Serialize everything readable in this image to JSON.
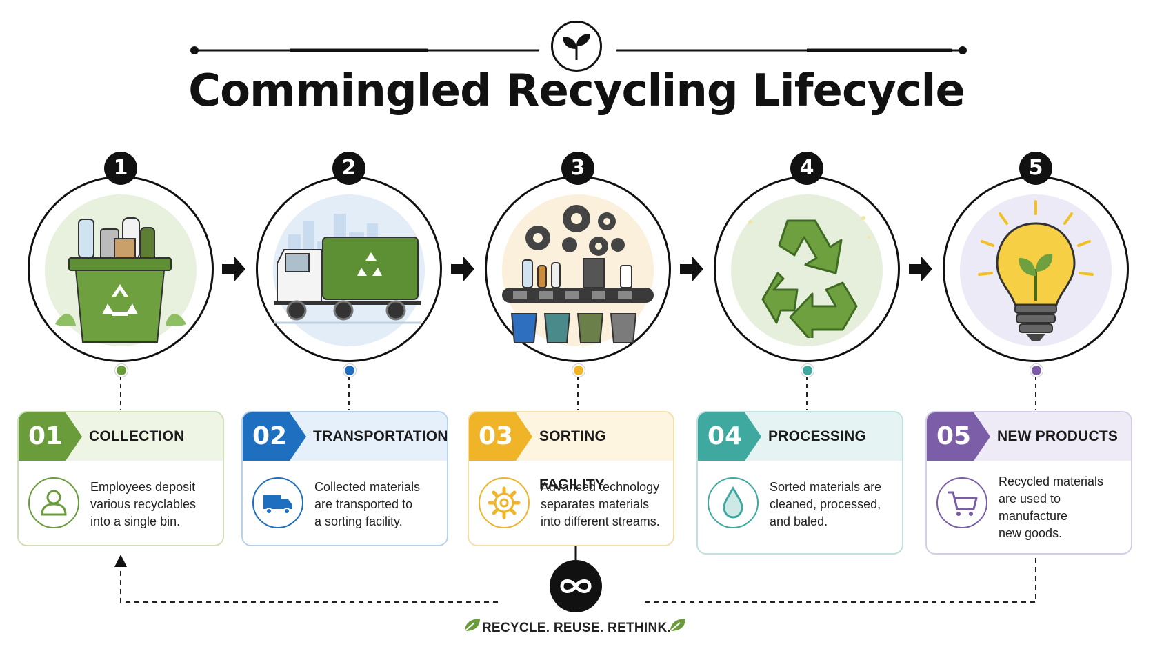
{
  "title": "Commingled Recycling Lifecycle",
  "tagline": "RECYCLE. REUSE. RETHINK.",
  "colors": {
    "collection": "#6a9c3b",
    "transportation": "#1f6fc0",
    "sorting": "#f0b429",
    "processing": "#3fa9a0",
    "new_products": "#7b5ea7",
    "ink": "#111111"
  },
  "steps": [
    {
      "number": "1",
      "code": "01",
      "title": "COLLECTION",
      "icon": "user-icon",
      "illustration": "recycling-bin-illustration",
      "lines": [
        "Employees deposit",
        "various recyclables",
        "into a single bin."
      ]
    },
    {
      "number": "2",
      "code": "02",
      "title": "TRANSPORTATION",
      "icon": "truck-icon",
      "illustration": "recycling-truck-illustration",
      "lines": [
        "Collected materials",
        "are transported to",
        "a sorting facility."
      ]
    },
    {
      "number": "3",
      "code": "03",
      "title": "SORTING FACILITY",
      "icon": "gear-icon",
      "illustration": "sorting-machine-illustration",
      "lines": [
        "Advanced technology",
        "separates materials",
        "into different streams."
      ]
    },
    {
      "number": "4",
      "code": "04",
      "title": "PROCESSING",
      "icon": "water-drop-icon",
      "illustration": "recycle-symbol-illustration",
      "lines": [
        "Sorted materials are",
        "cleaned, processed,",
        "and baled."
      ]
    },
    {
      "number": "5",
      "code": "05",
      "title": "NEW PRODUCTS",
      "icon": "shopping-cart-icon",
      "illustration": "light-bulb-illustration",
      "lines": [
        "Recycled materials",
        "are used to",
        "manufacture",
        "new goods."
      ]
    }
  ]
}
